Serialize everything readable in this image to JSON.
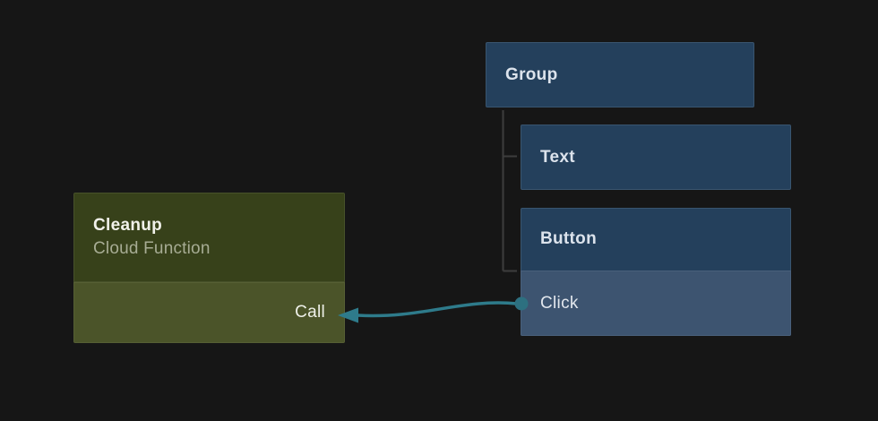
{
  "canvas": {
    "kind": "node-graph-editor"
  },
  "colors": {
    "canvas_bg": "#161616",
    "node_blue": "#24405c",
    "node_blue_port_row": "#3d5470",
    "node_olive_header": "#37411a",
    "node_olive_port_row": "#4b5429",
    "connection_teal": "#2e7b8b",
    "tree_line_gray": "#3d3d3d",
    "title_text": "#dce3ec",
    "subtitle_text": "#a7ac94"
  },
  "nodes": {
    "group": {
      "title": "Group"
    },
    "text": {
      "title": "Text"
    },
    "button": {
      "title": "Button",
      "output_port": "Click"
    },
    "cleanup": {
      "title": "Cleanup",
      "subtitle": "Cloud Function",
      "input_port": "Call"
    }
  },
  "connection": {
    "from_node": "Button",
    "from_port": "Click",
    "to_node": "Cleanup",
    "to_port": "Call"
  }
}
